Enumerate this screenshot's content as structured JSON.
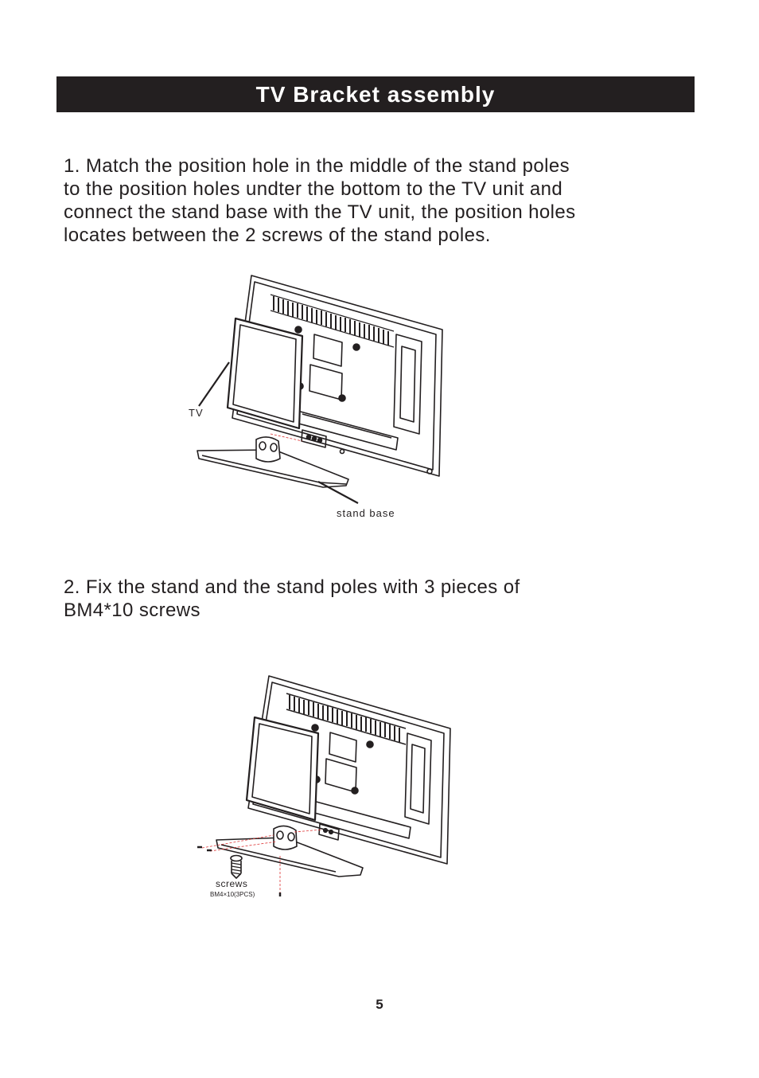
{
  "header": {
    "title": "TV Bracket assembly"
  },
  "step1": {
    "lines": [
      "1.   Match the position hole in the middle of the stand poles",
      "to the position holes undter the bottom to the TV unit and",
      "connect the stand base with the TV unit, the position holes",
      "locates between the 2 screws of the stand poles."
    ],
    "figure": {
      "label_tv": "TV",
      "label_stand_base": "stand  base"
    }
  },
  "step2": {
    "lines": [
      "2. Fix the stand and the stand  poles  with 3 pieces  of",
      "BM4*10 screws"
    ],
    "figure": {
      "label_screws": "screws",
      "label_screw_spec": "BM4×10(3PCS)"
    }
  },
  "footer": {
    "page_number": "5"
  }
}
